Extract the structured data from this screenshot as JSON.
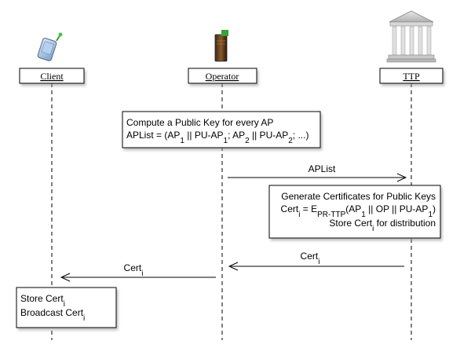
{
  "participants": {
    "client": {
      "label": "Client",
      "icon": "pda-icon"
    },
    "operator": {
      "label": "Operator",
      "icon": "server-icon"
    },
    "ttp": {
      "label": "TTP",
      "icon": "building-icon"
    }
  },
  "notes": {
    "operator": {
      "line1": "Compute a Public Key for every AP",
      "line2_prefix": "APList = (AP",
      "sub1": "1",
      "line2_mid1": " || PU-AP",
      "sub2": "1",
      "line2_mid2": "; AP",
      "sub3": "2",
      "line2_mid3": " || PU-AP",
      "sub4": "2",
      "line2_suffix": "; ...)"
    },
    "ttp": {
      "line1": "Generate Certificates for Public Keys",
      "line2_cert": "Cert",
      "line2_i": "i",
      "line2_eq": " = E",
      "line2_sub_pr": "PR-TTP",
      "line2_open": "(AP",
      "line2_sub1": "1",
      "line2_op": " || OP || PU-AP",
      "line2_sub2": "1",
      "line2_close": ")",
      "line3_store": "Store Cert",
      "line3_i": "i",
      "line3_rest": " for distribution"
    },
    "client": {
      "line1_store": "Store Cert",
      "line1_i": "i",
      "line2_broadcast": "Broadcast Cert",
      "line2_i": "i"
    }
  },
  "messages": {
    "aplist": {
      "label": "APList"
    },
    "cert_ttp_operator": {
      "label": "Cert",
      "sub": "i"
    },
    "cert_operator_client": {
      "label": "Cert",
      "sub": "i"
    }
  },
  "colors": {
    "line": "#000000",
    "note_border": "#000000",
    "shadow": "#bbbbbb"
  }
}
